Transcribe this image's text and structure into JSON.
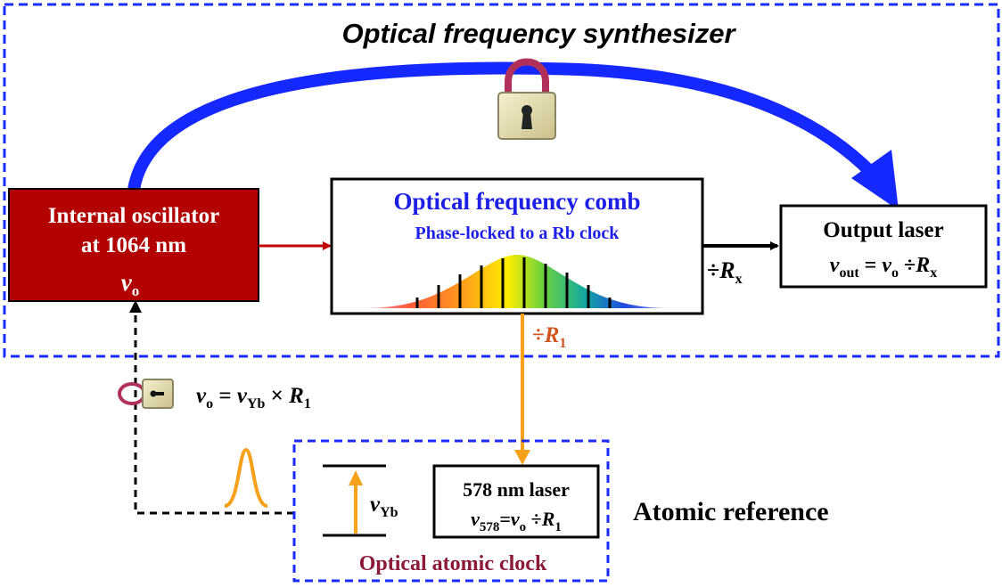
{
  "title": "Optical frequency synthesizer",
  "oscillator": {
    "line1": "Internal oscillator",
    "line2": "at 1064 nm",
    "symbol": "ν",
    "sub": "o"
  },
  "comb": {
    "title": "Optical frequency comb",
    "subtitle": "Phase-locked to a Rb clock"
  },
  "output": {
    "title": "Output laser",
    "eq": {
      "nu": "ν",
      "out": "out",
      "eq": " = ",
      "o": "o",
      "div": " ÷",
      "R": "R",
      "x": "x"
    }
  },
  "divRx": {
    "div": "÷",
    "R": "R",
    "x": "x"
  },
  "divR1": {
    "div": "÷",
    "R": "R",
    "one": "1"
  },
  "lockEq": {
    "nu": "ν",
    "o": "o",
    "eq": " = ",
    "nuYb": "ν",
    "Yb": "Yb",
    "times": " × ",
    "R": "R",
    "one": "1"
  },
  "laser578": {
    "title": "578 nm laser",
    "eq": {
      "nu": "ν",
      "sub578": "578",
      "eq": "=",
      "nuo": "ν",
      "o": "o",
      "div": " ÷",
      "R": "R",
      "one": "1"
    }
  },
  "transition": {
    "nu": "ν",
    "Yb": "Yb"
  },
  "clockLabel": "Optical atomic clock",
  "atomicRef": "Atomic reference",
  "colors": {
    "blueDash": "#1a2bff",
    "oscillatorFill": "#b30000",
    "redArrow": "#c00000",
    "orange": "#f7a11a",
    "blueArc": "#1428ff",
    "combTitle": "#1e1ee6",
    "divR1Text": "#d3551e",
    "clockLabel": "#8b1a3a",
    "lockShackle": "#b0305a",
    "lockBody": "#e6e0b0"
  },
  "icons": [
    "padlock-icon",
    "keyhole-icon",
    "spectral-line-icon"
  ]
}
